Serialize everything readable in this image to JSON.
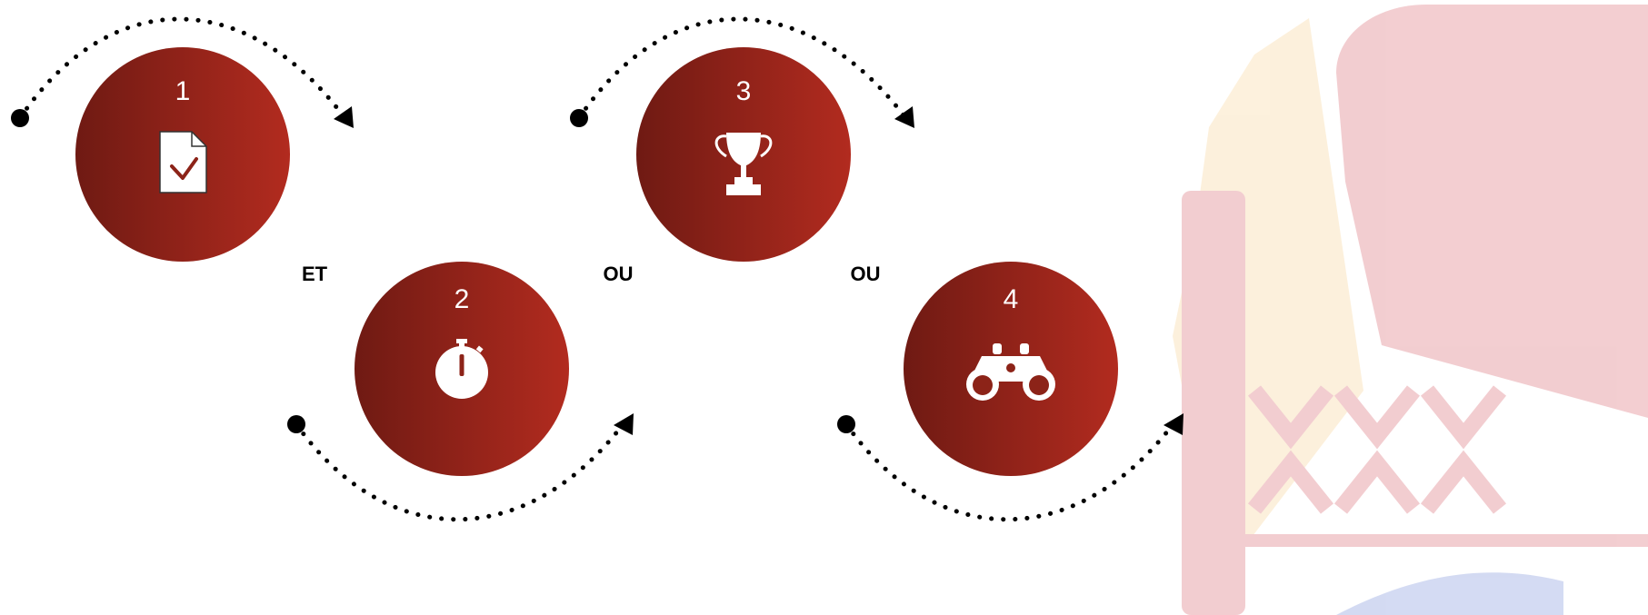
{
  "steps": [
    {
      "number": "1",
      "icon": "checked-document-icon"
    },
    {
      "number": "2",
      "icon": "stopwatch-icon"
    },
    {
      "number": "3",
      "icon": "trophy-icon"
    },
    {
      "number": "4",
      "icon": "binoculars-icon"
    }
  ],
  "connectors": [
    "ET",
    "OU",
    "OU"
  ],
  "colors": {
    "circle_dark": "#6f1a13",
    "circle_light": "#b22b1f",
    "icon": "#ffffff",
    "text": "#000000",
    "watermark_yellow": "#f6c066",
    "watermark_red": "#c8202e",
    "watermark_blue": "#3a5cc8"
  }
}
